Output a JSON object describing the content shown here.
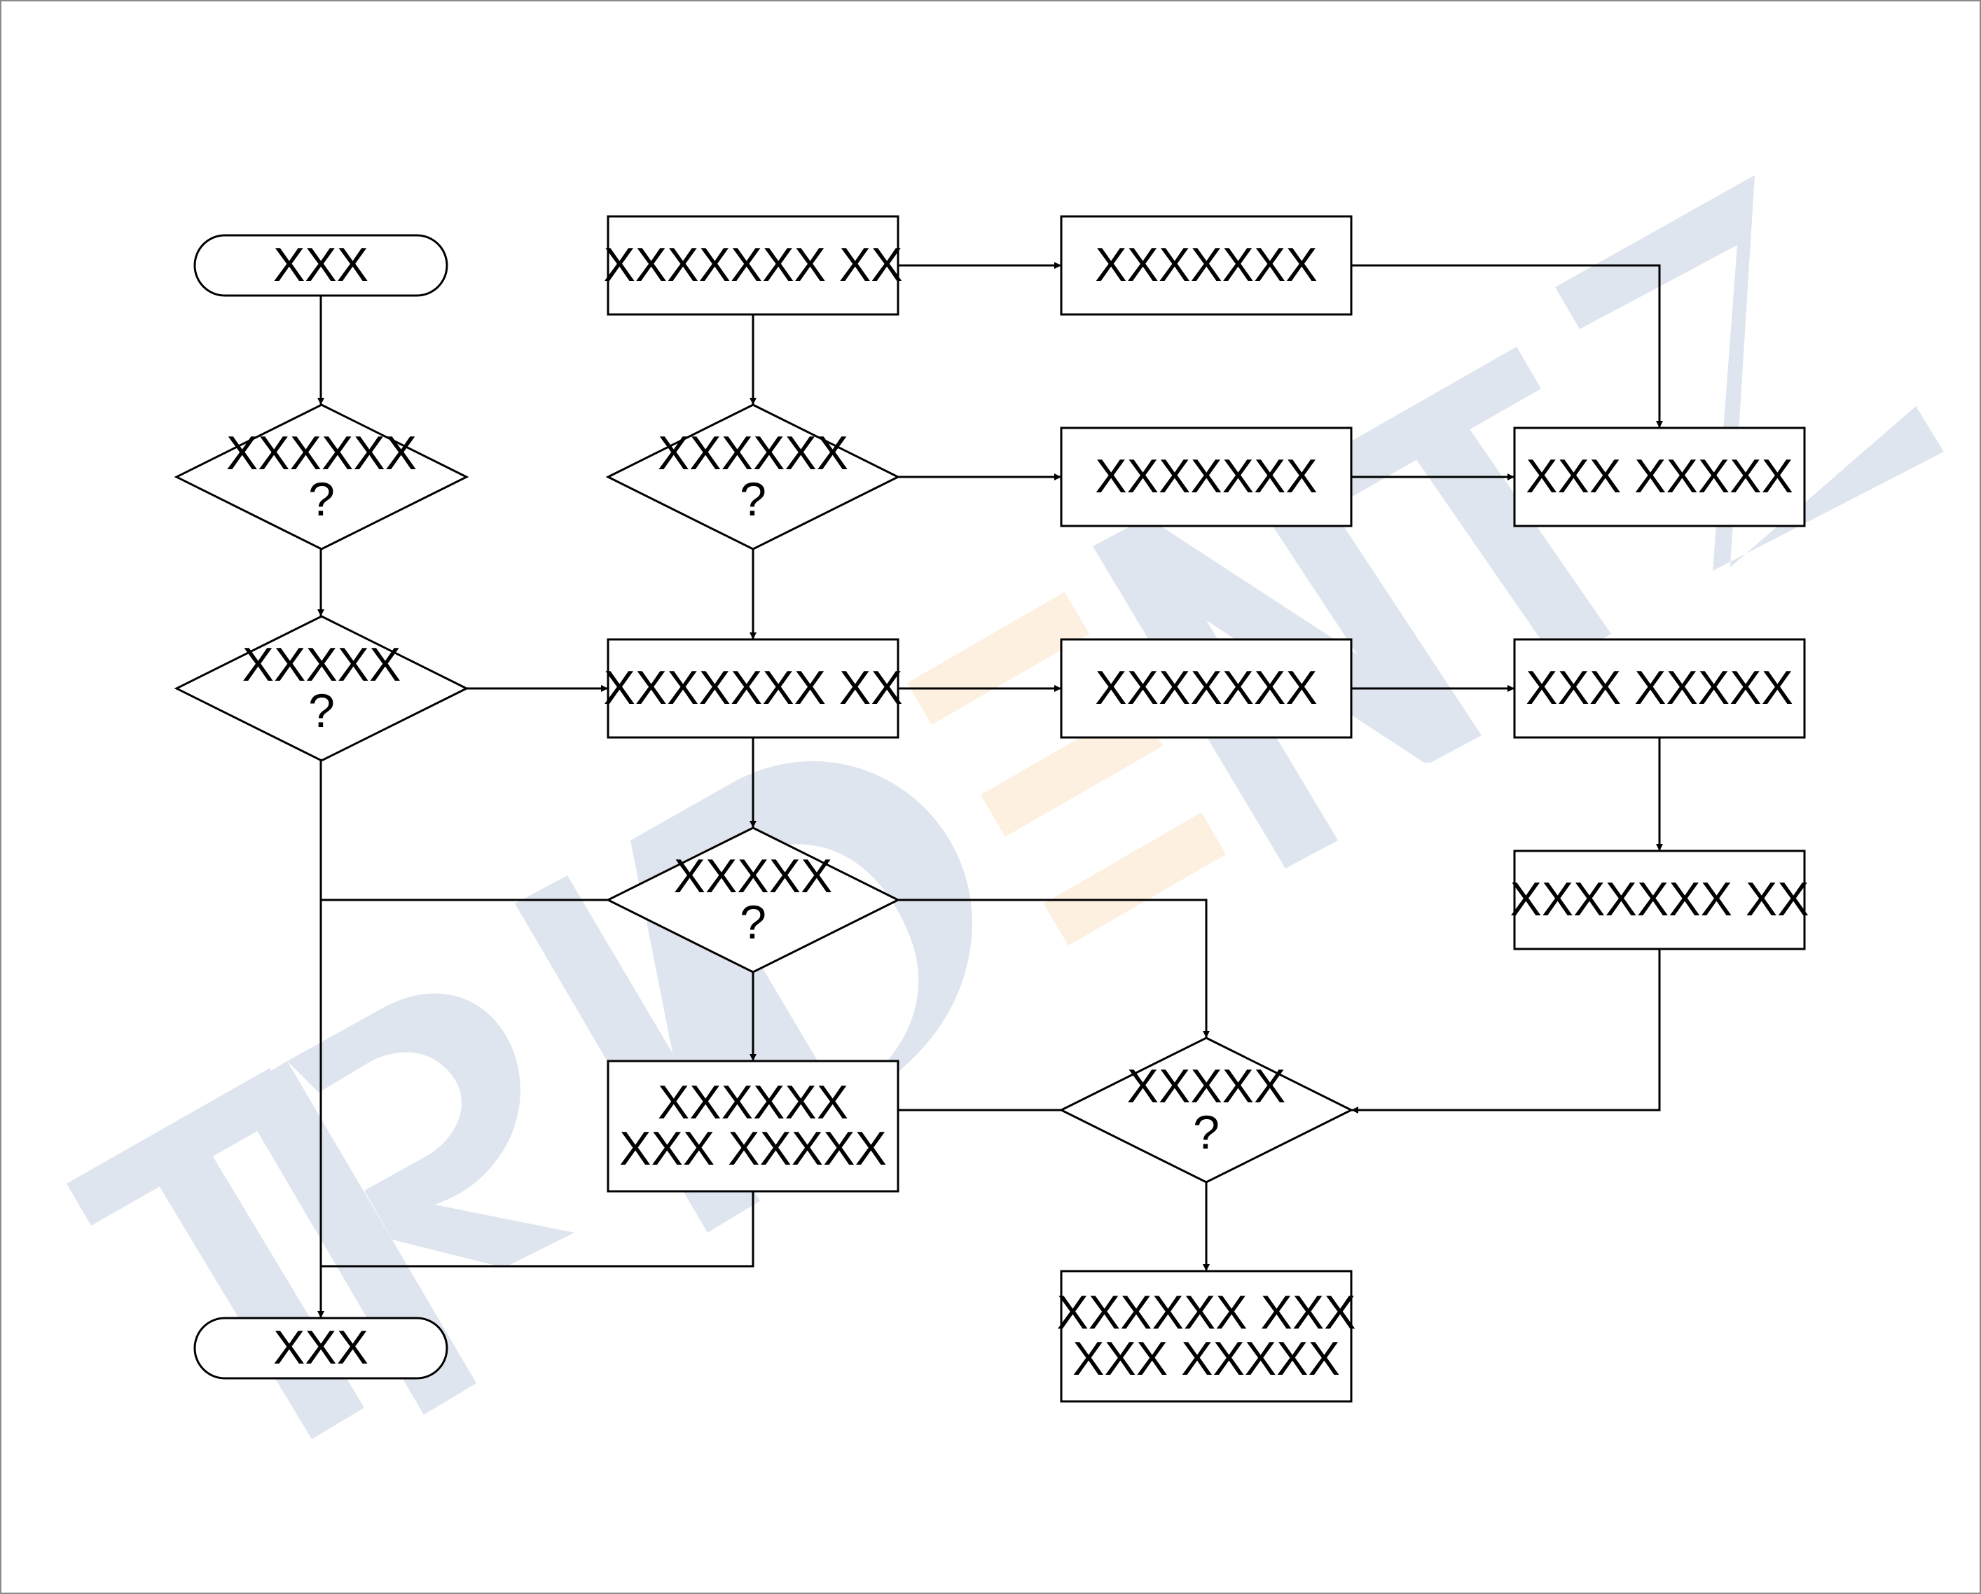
{
  "colors": {
    "stroke": "#000000",
    "watermark_blue": "#dfe5ee",
    "watermark_orange": "#fdf0e0",
    "background": "#ffffff"
  },
  "watermark": {
    "text": "TRIDENTZ"
  },
  "nodes": {
    "start": {
      "lines": [
        "XXX"
      ]
    },
    "decision_1": {
      "lines": [
        "XXXXXX",
        "?"
      ]
    },
    "decision_2": {
      "lines": [
        "XXXXX",
        "?"
      ]
    },
    "end": {
      "lines": [
        "XXX"
      ]
    },
    "process_top": {
      "lines": [
        "XXXXXXX XX"
      ]
    },
    "decision_mid_top": {
      "lines": [
        "XXXXXX",
        "?"
      ]
    },
    "process_mid": {
      "lines": [
        "XXXXXXX XX"
      ]
    },
    "decision_mid_low": {
      "lines": [
        "XXXXX",
        "?"
      ]
    },
    "process_combo": {
      "lines": [
        "XXXXXX",
        "XXX XXXXX"
      ]
    },
    "box_r1": {
      "lines": [
        "XXXXXXX"
      ]
    },
    "box_r2": {
      "lines": [
        "XXXXXXX"
      ]
    },
    "box_r3": {
      "lines": [
        "XXXXXXX"
      ]
    },
    "decision_right": {
      "lines": [
        "XXXXX",
        "?"
      ]
    },
    "process_bottom": {
      "lines": [
        "XXXXXX XXX",
        "XXX XXXXX"
      ]
    },
    "box_far1": {
      "lines": [
        "XXX XXXXX"
      ]
    },
    "box_far2": {
      "lines": [
        "XXX XXXXX"
      ]
    },
    "box_far3": {
      "lines": [
        "XXXXXXX XX"
      ]
    }
  }
}
